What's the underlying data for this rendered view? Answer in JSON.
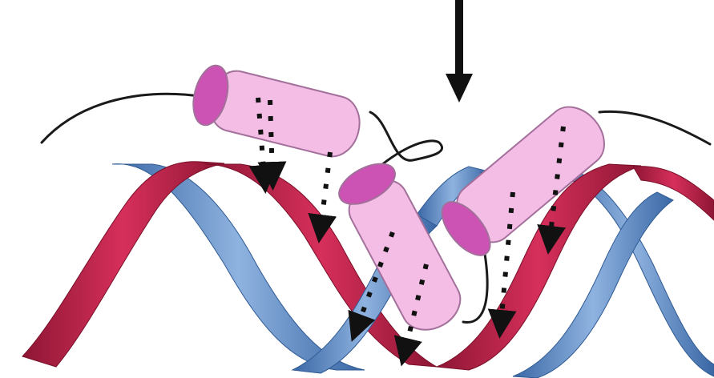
{
  "figure": {
    "kind": "protein-DNA binding illustration",
    "labels": []
  },
  "colors": {
    "background": "#ffffff",
    "dna_strand_red": "#c8264f",
    "dna_strand_red_dark": "#8e1634",
    "dna_strand_blue": "#4a7fc1",
    "dna_strand_blue_light": "#8fb3e0",
    "helix_body": "#f3bde6",
    "helix_outline": "#a2709a",
    "helix_cap": "#cc52b4",
    "linker": "#1a1a1a",
    "contact_arrow": "#111111",
    "pointer_arrow": "#111111"
  },
  "elements": {
    "helices": [
      "helix-1",
      "helix-2",
      "helix-3"
    ],
    "dna_strands": [
      "red-strand",
      "blue-strand"
    ],
    "indicator": "down-arrow-icon"
  }
}
